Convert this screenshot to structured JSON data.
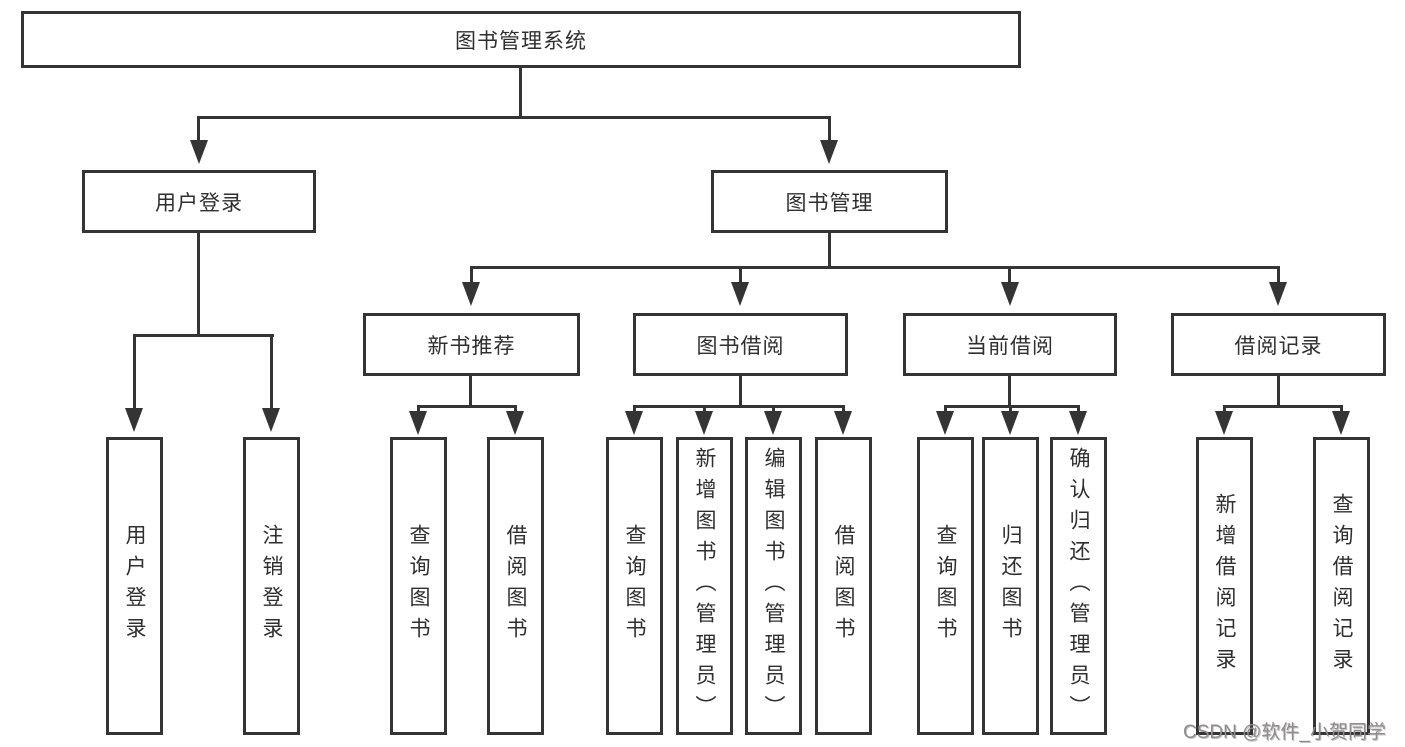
{
  "diagram": {
    "type": "tree",
    "title": "图书管理系统",
    "hierarchy": {
      "图书管理系统": [
        "用户登录",
        "图书管理"
      ],
      "用户登录": [
        "用户登录",
        "注销登录"
      ],
      "图书管理": [
        "新书推荐",
        "图书借阅",
        "当前借阅",
        "借阅记录"
      ],
      "新书推荐": [
        "查询图书",
        "借阅图书"
      ],
      "图书借阅": [
        "查询图书",
        "新增图书（管理员）",
        "编辑图书（管理员）",
        "借阅图书"
      ],
      "当前借阅": [
        "查询图书",
        "归还图书",
        "确认归还（管理员）"
      ],
      "借阅记录": [
        "新增借阅记录",
        "查询借阅记录"
      ]
    }
  },
  "nodes": {
    "root": {
      "label": "图书管理系统"
    },
    "user_login": {
      "label": "用户登录"
    },
    "book_management": {
      "label": "图书管理"
    },
    "new_book_recommend": {
      "label": "新书推荐"
    },
    "book_borrowing": {
      "label": "图书借阅"
    },
    "current_borrowing": {
      "label": "当前借阅"
    },
    "borrowing_records": {
      "label": "借阅记录"
    },
    "leaf_user_login": {
      "label": "用户登录"
    },
    "leaf_logout": {
      "label": "注销登录"
    },
    "leaf_rec_query_books": {
      "label": "查询图书"
    },
    "leaf_rec_borrow_books": {
      "label": "借阅图书"
    },
    "leaf_bb_query_books": {
      "label": "查询图书"
    },
    "leaf_bb_add_books": {
      "label": "新增图书（管理员）"
    },
    "leaf_bb_edit_books": {
      "label": "编辑图书（管理员）"
    },
    "leaf_bb_borrow_books": {
      "label": "借阅图书"
    },
    "leaf_cb_query_books": {
      "label": "查询图书"
    },
    "leaf_cb_return_books": {
      "label": "归还图书"
    },
    "leaf_cb_confirm_return": {
      "label": "确认归还（管理员）"
    },
    "leaf_br_add_record": {
      "label": "新增借阅记录"
    },
    "leaf_br_query_record": {
      "label": "查询借阅记录"
    }
  },
  "watermark": {
    "text": "CSDN @软件_小贺同学"
  },
  "colors": {
    "background": "#ffffff",
    "line": "#343434",
    "box_border": "#343434",
    "text": "#2f2f2f",
    "watermark": "#8e8e8e"
  }
}
